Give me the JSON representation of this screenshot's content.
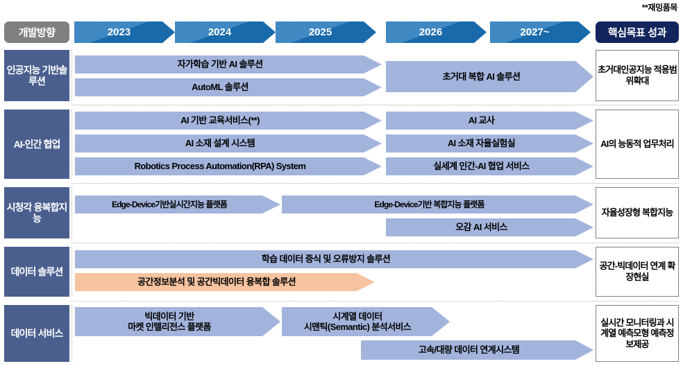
{
  "footnote": "**재밍품목",
  "header": {
    "direction_label": "개발방향",
    "years": [
      "2023",
      "2024",
      "2025",
      "2026",
      "2027~"
    ],
    "goal_label": "핵심목표 성과",
    "chevron_color": "#1b72b8",
    "direction_color": "#808080",
    "goal_color": "#12255c"
  },
  "colors": {
    "bar_blue": "#a3b4dc",
    "bar_orange": "#f5c3a0",
    "row_label": "#4a5f8e",
    "goal_border": "#808080"
  },
  "rows": [
    {
      "label": "인공지능\n기반솔루션",
      "goal": "초거대인공지능\n적용범위확대",
      "bars": [
        {
          "text": "자가학습 기반 AI 솔루션",
          "color": "blue"
        },
        {
          "text": "AutoML 솔루션",
          "color": "blue"
        },
        {
          "text": "초거대 복합 AI 솔루션",
          "color": "blue"
        }
      ]
    },
    {
      "label": "AI-인간\n협업",
      "goal": "AI의 능동적\n업무처리",
      "bars": [
        {
          "text": "AI 기반 교육서비스(**)",
          "color": "blue"
        },
        {
          "text": "AI 소재 설계 시스템",
          "color": "blue"
        },
        {
          "text": "Robotics Process Automation(RPA) System",
          "color": "blue"
        },
        {
          "text": "AI 교사",
          "color": "blue"
        },
        {
          "text": "AI 소재 자율실험실",
          "color": "blue"
        },
        {
          "text": "실세계 인간-AI 협업 서비스",
          "color": "blue"
        }
      ]
    },
    {
      "label": "시청각\n융복합지능",
      "goal": "자율성장형\n복합지능",
      "bars": [
        {
          "text": "Edge-Device기반실시간지능 플랫폼",
          "color": "blue"
        },
        {
          "text": "Edge-Device기반 복합지능 플랫폼",
          "color": "blue"
        },
        {
          "text": "오감 AI 서비스",
          "color": "blue"
        }
      ]
    },
    {
      "label": "데이터\n솔루션",
      "goal": "공간-빅데이터\n연계 확장현실",
      "bars": [
        {
          "text": "학습 데이터 증식 및 오류방지 솔루션",
          "color": "blue"
        },
        {
          "text": "공간정보분석 및 공간빅데이터 융복합 솔루션",
          "color": "orange"
        }
      ]
    },
    {
      "label": "데이터\n서비스",
      "goal": "실시간 모니터링과\n시계열 예측모형\n예측정보제공",
      "bars": [
        {
          "text": "빅데이터 기반\n마켓 인텔리전스 플랫폼",
          "color": "blue"
        },
        {
          "text": "시계열 데이터\n시맨틱(Semantic) 분석서비스",
          "color": "blue"
        },
        {
          "text": "고속/대량 데이터 연계시스템",
          "color": "blue"
        }
      ]
    }
  ]
}
